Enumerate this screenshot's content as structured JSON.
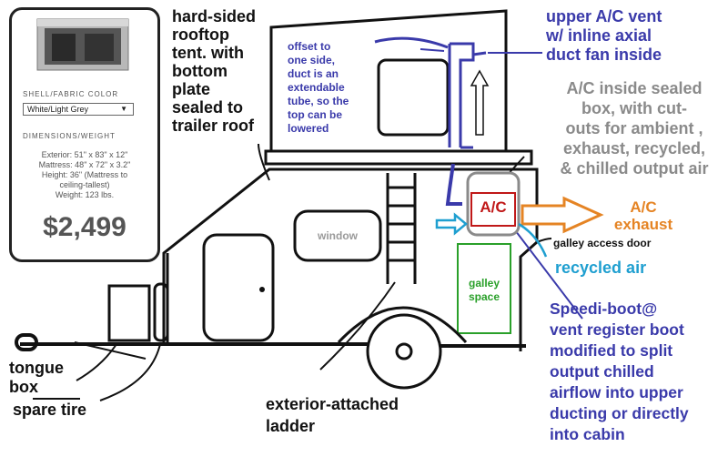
{
  "card": {
    "shell_label": "SHELL/FABRIC COLOR",
    "select_value": "White/Light Grey",
    "select_arrow": "▼",
    "dims_label": "DIMENSIONS/WEIGHT",
    "exterior": "Exterior: 51\" x 83\" x 12\"",
    "mattress": "Mattress: 48\" x 72\" x 3.2\"",
    "height_1": "Height: 36\" (Mattress to",
    "height_2": "ceiling-tallest)",
    "weight": "Weight: 123 lbs.",
    "price": "$2,499"
  },
  "labels": {
    "tent": [
      "hard-sided",
      "rooftop",
      "tent. with",
      "bottom",
      "plate",
      "sealed to",
      "trailer roof"
    ],
    "offset": [
      "offset to",
      "one side,",
      "duct is an",
      "extendable",
      "tube, so the",
      "top can be",
      "lowered"
    ],
    "upper_vent": [
      "upper A/C vent",
      "w/ inline axial",
      "duct fan inside"
    ],
    "ac_box": [
      "A/C inside sealed",
      "box, with cut-",
      "outs for ambient ,",
      "exhaust, recycled,",
      "& chilled output air"
    ],
    "ac": "A/C",
    "ac_exhaust": [
      "A/C",
      "exhaust"
    ],
    "galley_door": "galley access door",
    "recycled": "recycled air",
    "window": "window",
    "galley_space": [
      "galley",
      "space"
    ],
    "speedi": [
      "Speedi-boot@",
      "vent register boot",
      "modified to split",
      "output chilled",
      "airflow into upper",
      "ducting or directly",
      "into cabin"
    ],
    "tongue": [
      "tongue",
      "box"
    ],
    "spare": "spare tire",
    "ladder": [
      "exterior-attached",
      "ladder"
    ]
  },
  "colors": {
    "blue": "#3a3aaa",
    "orange": "#e58424",
    "cyan": "#1f9fd0",
    "green": "#2aa02a",
    "red": "#c01818",
    "gray": "#8a8a8a"
  }
}
